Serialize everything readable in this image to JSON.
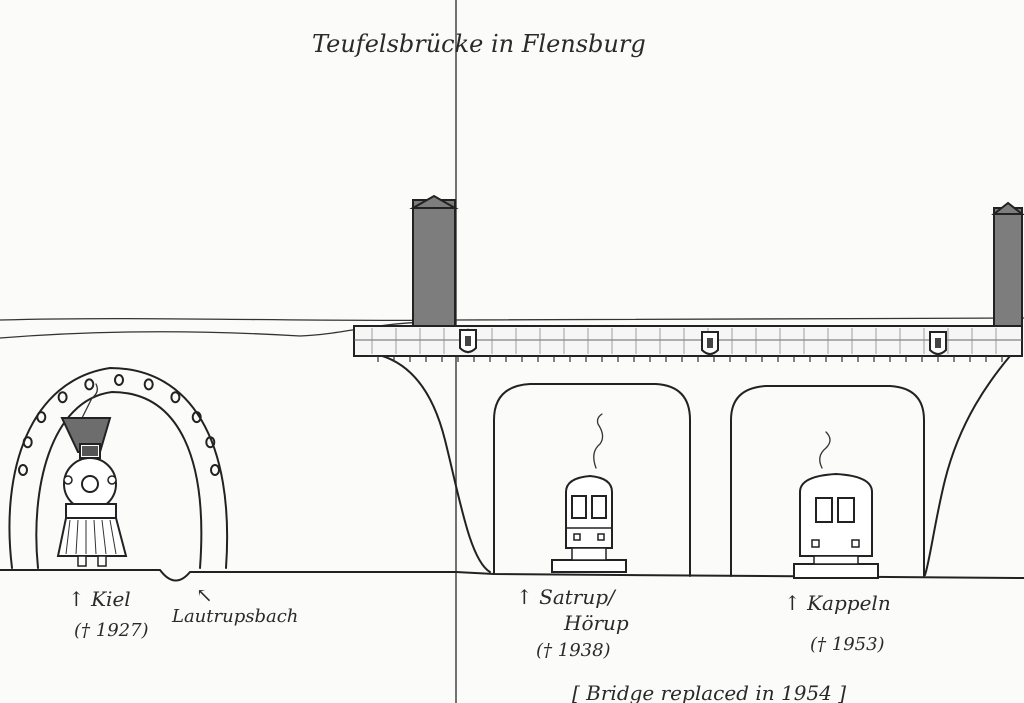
{
  "title": "Teufelsbrücke in Flensburg",
  "labels": {
    "kiel": {
      "line1": "↑ Kiel",
      "line2": "(† 1927)"
    },
    "lautrupsbach": {
      "line1": "↖",
      "line2": "Lautrupsbach"
    },
    "satrup": {
      "line1": "↑ Satrup/",
      "line2": "Hörup",
      "line3": "(† 1938)"
    },
    "kappeln": {
      "line1": "↑ Kappeln",
      "line2": "(† 1953)"
    },
    "footer": "[ Bridge replaced in 1954 ]"
  },
  "colors": {
    "paper": "#fbfbfa",
    "ink": "#222222",
    "pillar": "#7d7d7d"
  }
}
